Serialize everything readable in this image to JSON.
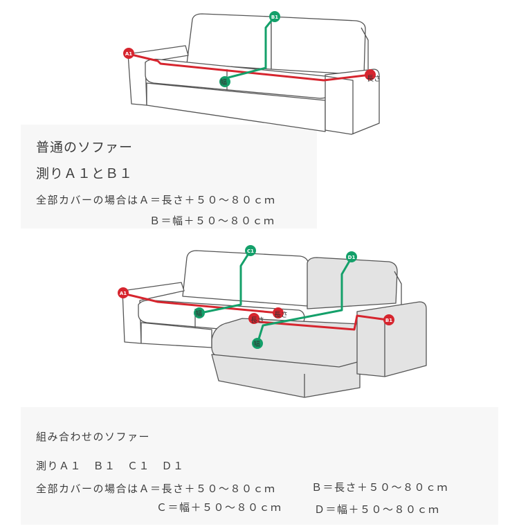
{
  "colors": {
    "red": "#d6252e",
    "green": "#14a06a",
    "sofa_stroke": "#555555",
    "sofa_fill": "#ffffff",
    "chaise_fill": "#e3e3e3"
  },
  "diagram1": {
    "markers": {
      "a1": "A1",
      "b1": "B1"
    },
    "labels": {
      "length": "長さ",
      "width": "幅"
    }
  },
  "diagram2": {
    "markers": {
      "a1": "A1",
      "b1": "B1",
      "c1": "C1",
      "d1": "D1"
    },
    "labels": {
      "length": "長さ",
      "width": "幅"
    }
  },
  "section1": {
    "title": "普通のソファー",
    "measure": "測りＡ１とＢ１",
    "line1": "全部カバーの場合はＡ＝長さ＋５０～８０ｃｍ",
    "line2": "Ｂ＝幅＋５０～８０ｃｍ"
  },
  "section2": {
    "title": "組み合わせのソファー",
    "measure": "測りＡ１　Ｂ１　Ｃ１　Ｄ１",
    "line1a": "全部カバーの場合はＡ＝長さ＋５０～８０ｃｍ",
    "line1b": "Ｂ＝長さ＋５０～８０ｃｍ",
    "line2a": "Ｃ＝幅＋５０～８０ｃｍ",
    "line2b": "Ｄ＝幅＋５０～８０ｃｍ"
  }
}
